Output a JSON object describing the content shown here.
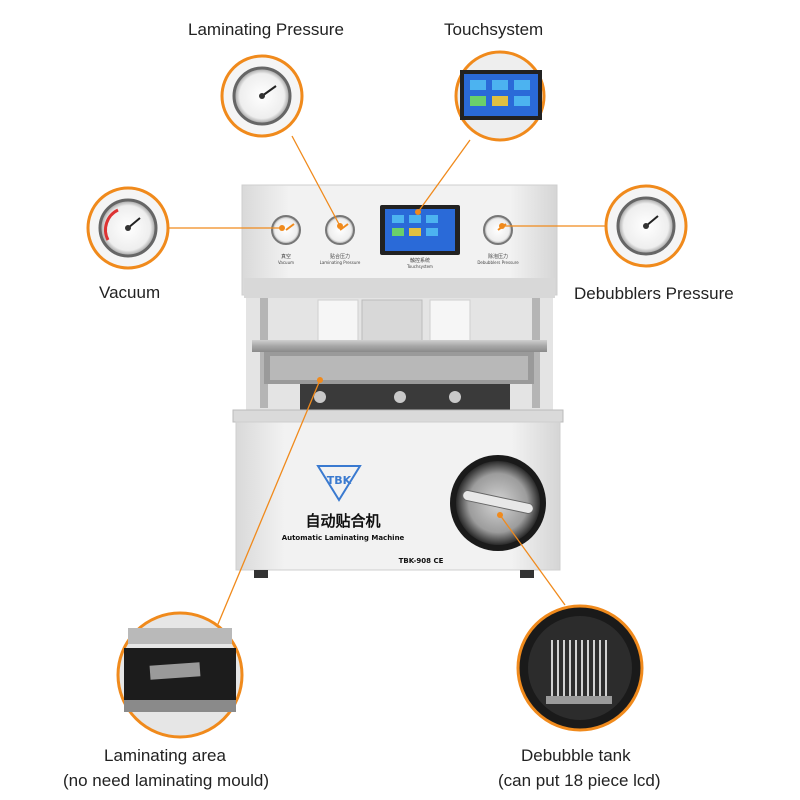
{
  "callouts": {
    "laminating_pressure": "Laminating Pressure",
    "touchsystem": "Touchsystem",
    "vacuum": "Vacuum",
    "debubblers_pressure": "Debubblers Pressure",
    "laminating_area_line1": "Laminating area",
    "laminating_area_line2": "(no need laminating mould)",
    "debubble_tank_line1": "Debubble tank",
    "debubble_tank_line2": "(can put 18 piece lcd)"
  },
  "machine": {
    "brand_logo": "TBK",
    "title_cn": "自动贴合机",
    "title_en": "Automatic Laminating Machine",
    "model": "TBK-908 CE",
    "gauge_labels": [
      {
        "cn": "真空",
        "en": "Vacuum"
      },
      {
        "cn": "贴合压力",
        "en": "Laminating Pressure"
      },
      {
        "cn": "除泡压力",
        "en": "Debubblers Pressure"
      }
    ],
    "screen_label_cn": "触控系统",
    "screen_label_en": "Touchsystem"
  },
  "colors": {
    "accent_orange": "#f08a1c",
    "machine_body": "#e9e9e9",
    "screen_bg": "#2a6ad8"
  }
}
